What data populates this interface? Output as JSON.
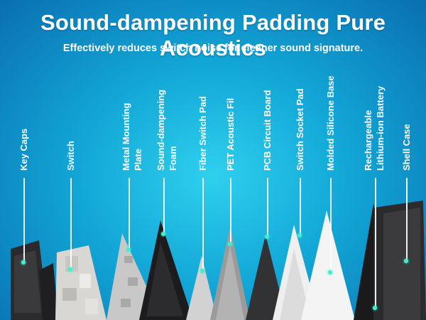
{
  "banner": {
    "title": "Sound-dampening Padding Pure Acoustics",
    "subtitle": "Effectively reduces switch noise for cleaner sound signature."
  },
  "layers": [
    {
      "id": "key-caps",
      "lines": [
        "Key Caps"
      ]
    },
    {
      "id": "switch",
      "lines": [
        "Switch"
      ]
    },
    {
      "id": "metal-mounting-plate",
      "lines": [
        "Metal Mounting",
        "Plate"
      ]
    },
    {
      "id": "sound-dampening-foam",
      "lines": [
        "Sound-dampening",
        "Foam"
      ]
    },
    {
      "id": "fiber-switch-pad",
      "lines": [
        "Fiber Switch Pad"
      ]
    },
    {
      "id": "pet-acoustic-fil",
      "lines": [
        "PET Acoustic Fil"
      ]
    },
    {
      "id": "pcb-circuit-board",
      "lines": [
        "PCB Circuit Board"
      ]
    },
    {
      "id": "switch-socket-pad",
      "lines": [
        "Switch Socket Pad"
      ]
    },
    {
      "id": "molded-silicone-base",
      "lines": [
        "Molded Silicone Base"
      ]
    },
    {
      "id": "rechargeable-battery",
      "lines": [
        "Rechargeable",
        "Lithium-ion Battery"
      ]
    },
    {
      "id": "shell-case",
      "lines": [
        "Shell Case"
      ]
    }
  ],
  "colors": {
    "background": "#12a6d6",
    "text": "#ffffff",
    "marker": "#3ff0d0"
  }
}
